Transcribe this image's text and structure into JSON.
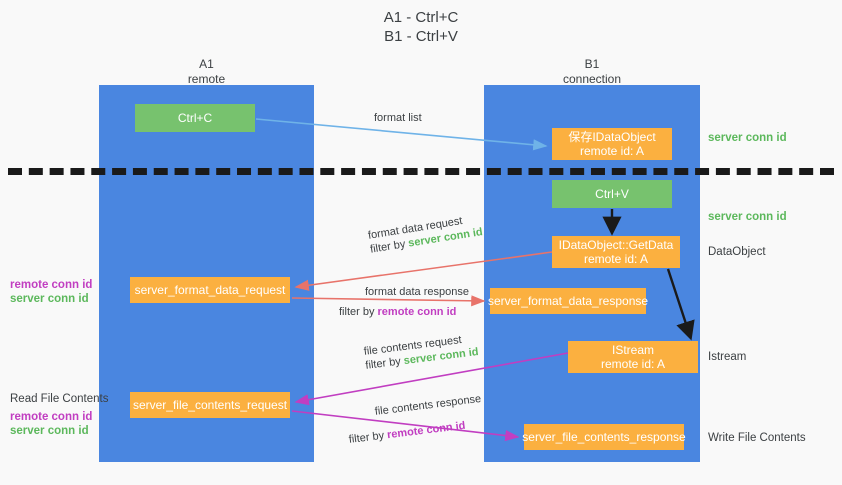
{
  "title": {
    "line1": "A1 - Ctrl+C",
    "line2": "B1 - Ctrl+V"
  },
  "lanes": [
    {
      "name": "A1",
      "sub": "remote"
    },
    {
      "name": "B1",
      "sub": "connection"
    }
  ],
  "boxes": {
    "ctrl_c": "Ctrl+C",
    "save_idataobject_l1": "保存IDataObject",
    "save_idataobject_l2": "remote id: A",
    "ctrl_v": "Ctrl+V",
    "getdata_l1": "IDataObject::GetData",
    "getdata_l2": "remote id: A",
    "format_data_request": "server_format_data_request",
    "format_data_response": "server_format_data_response",
    "istream_l1": "IStream",
    "istream_l2": "remote id: A",
    "file_contents_request": "server_file_contents_request",
    "file_contents_response": "server_file_contents_response"
  },
  "edges": {
    "format_list": "format list",
    "format_data_request": "format data request",
    "format_data_request_filter_prefix": "filter by ",
    "format_data_request_filter_id": "server conn id",
    "format_data_response": "format data response",
    "format_data_response_filter_prefix": "filter by ",
    "format_data_response_filter_id": "remote conn id",
    "file_contents_request": "file contents request",
    "file_contents_request_filter_prefix": "filter by ",
    "file_contents_request_filter_id": "server conn id",
    "file_contents_response": "file contents response",
    "file_contents_response_filter_prefix": "filter by ",
    "file_contents_response_filter_id": "remote conn id"
  },
  "right_labels": {
    "server_conn_id_top": "server conn id",
    "server_conn_id_mid": "server conn id",
    "dataobject": "DataObject",
    "istream": "Istream",
    "write_file_contents": "Write File Contents"
  },
  "left_labels": {
    "remote_conn_id_1": "remote conn id",
    "server_conn_id_1": "server conn id",
    "read_file_contents": "Read File Contents",
    "remote_conn_id_2": "remote conn id",
    "server_conn_id_2": "server conn id"
  },
  "colors": {
    "lane": "#4a86e0",
    "box_orange": "#fbb040",
    "box_green": "#77c26e",
    "green_text": "#5cb85c",
    "purple_text": "#c13ec1",
    "arrow_blue": "#6fb3e8",
    "arrow_red": "#e8736a",
    "arrow_magenta": "#c13ec1",
    "arrow_black": "#1a1a1a",
    "background": "#f9f9f9"
  }
}
